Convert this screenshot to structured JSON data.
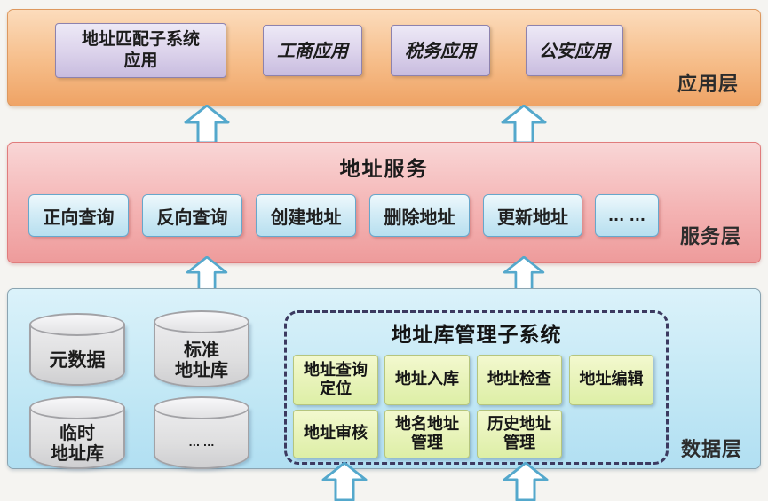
{
  "layers": {
    "application": {
      "label": "应用层",
      "boxes": [
        {
          "label": "地址匹配子系统\n应用"
        },
        {
          "label": "工商应用"
        },
        {
          "label": "税务应用"
        },
        {
          "label": "公安应用"
        }
      ]
    },
    "service": {
      "label": "服务层",
      "title": "地址服务",
      "boxes": [
        {
          "label": "正向查询"
        },
        {
          "label": "反向查询"
        },
        {
          "label": "创建地址"
        },
        {
          "label": "删除地址"
        },
        {
          "label": "更新地址"
        },
        {
          "label": "... ..."
        }
      ]
    },
    "data": {
      "label": "数据层",
      "databases": [
        {
          "label": "元数据"
        },
        {
          "label": "标准\n地址库"
        },
        {
          "label": "临时\n地址库"
        },
        {
          "label": "... ..."
        }
      ],
      "subsystem": {
        "title": "地址库管理子系统",
        "modules": [
          {
            "label": "地址查询\n定位"
          },
          {
            "label": "地址入库"
          },
          {
            "label": "地址检查"
          },
          {
            "label": "地址编辑"
          },
          {
            "label": "地址审核"
          },
          {
            "label": "地名地址\n管理"
          },
          {
            "label": "历史地址\n管理"
          }
        ]
      }
    }
  },
  "colors": {
    "application_band": "#f6bd89",
    "service_band": "#f4b4b4",
    "data_band": "#c3e8f5",
    "application_box": "#ddd4ec",
    "service_box": "#d3ecf6",
    "module_box": "#e8f3ba",
    "cylinder": "#e0e0e2",
    "dashed_border": "#3c3a60",
    "arrow_stroke": "#54a8cc",
    "arrow_fill": "#ffffff"
  }
}
